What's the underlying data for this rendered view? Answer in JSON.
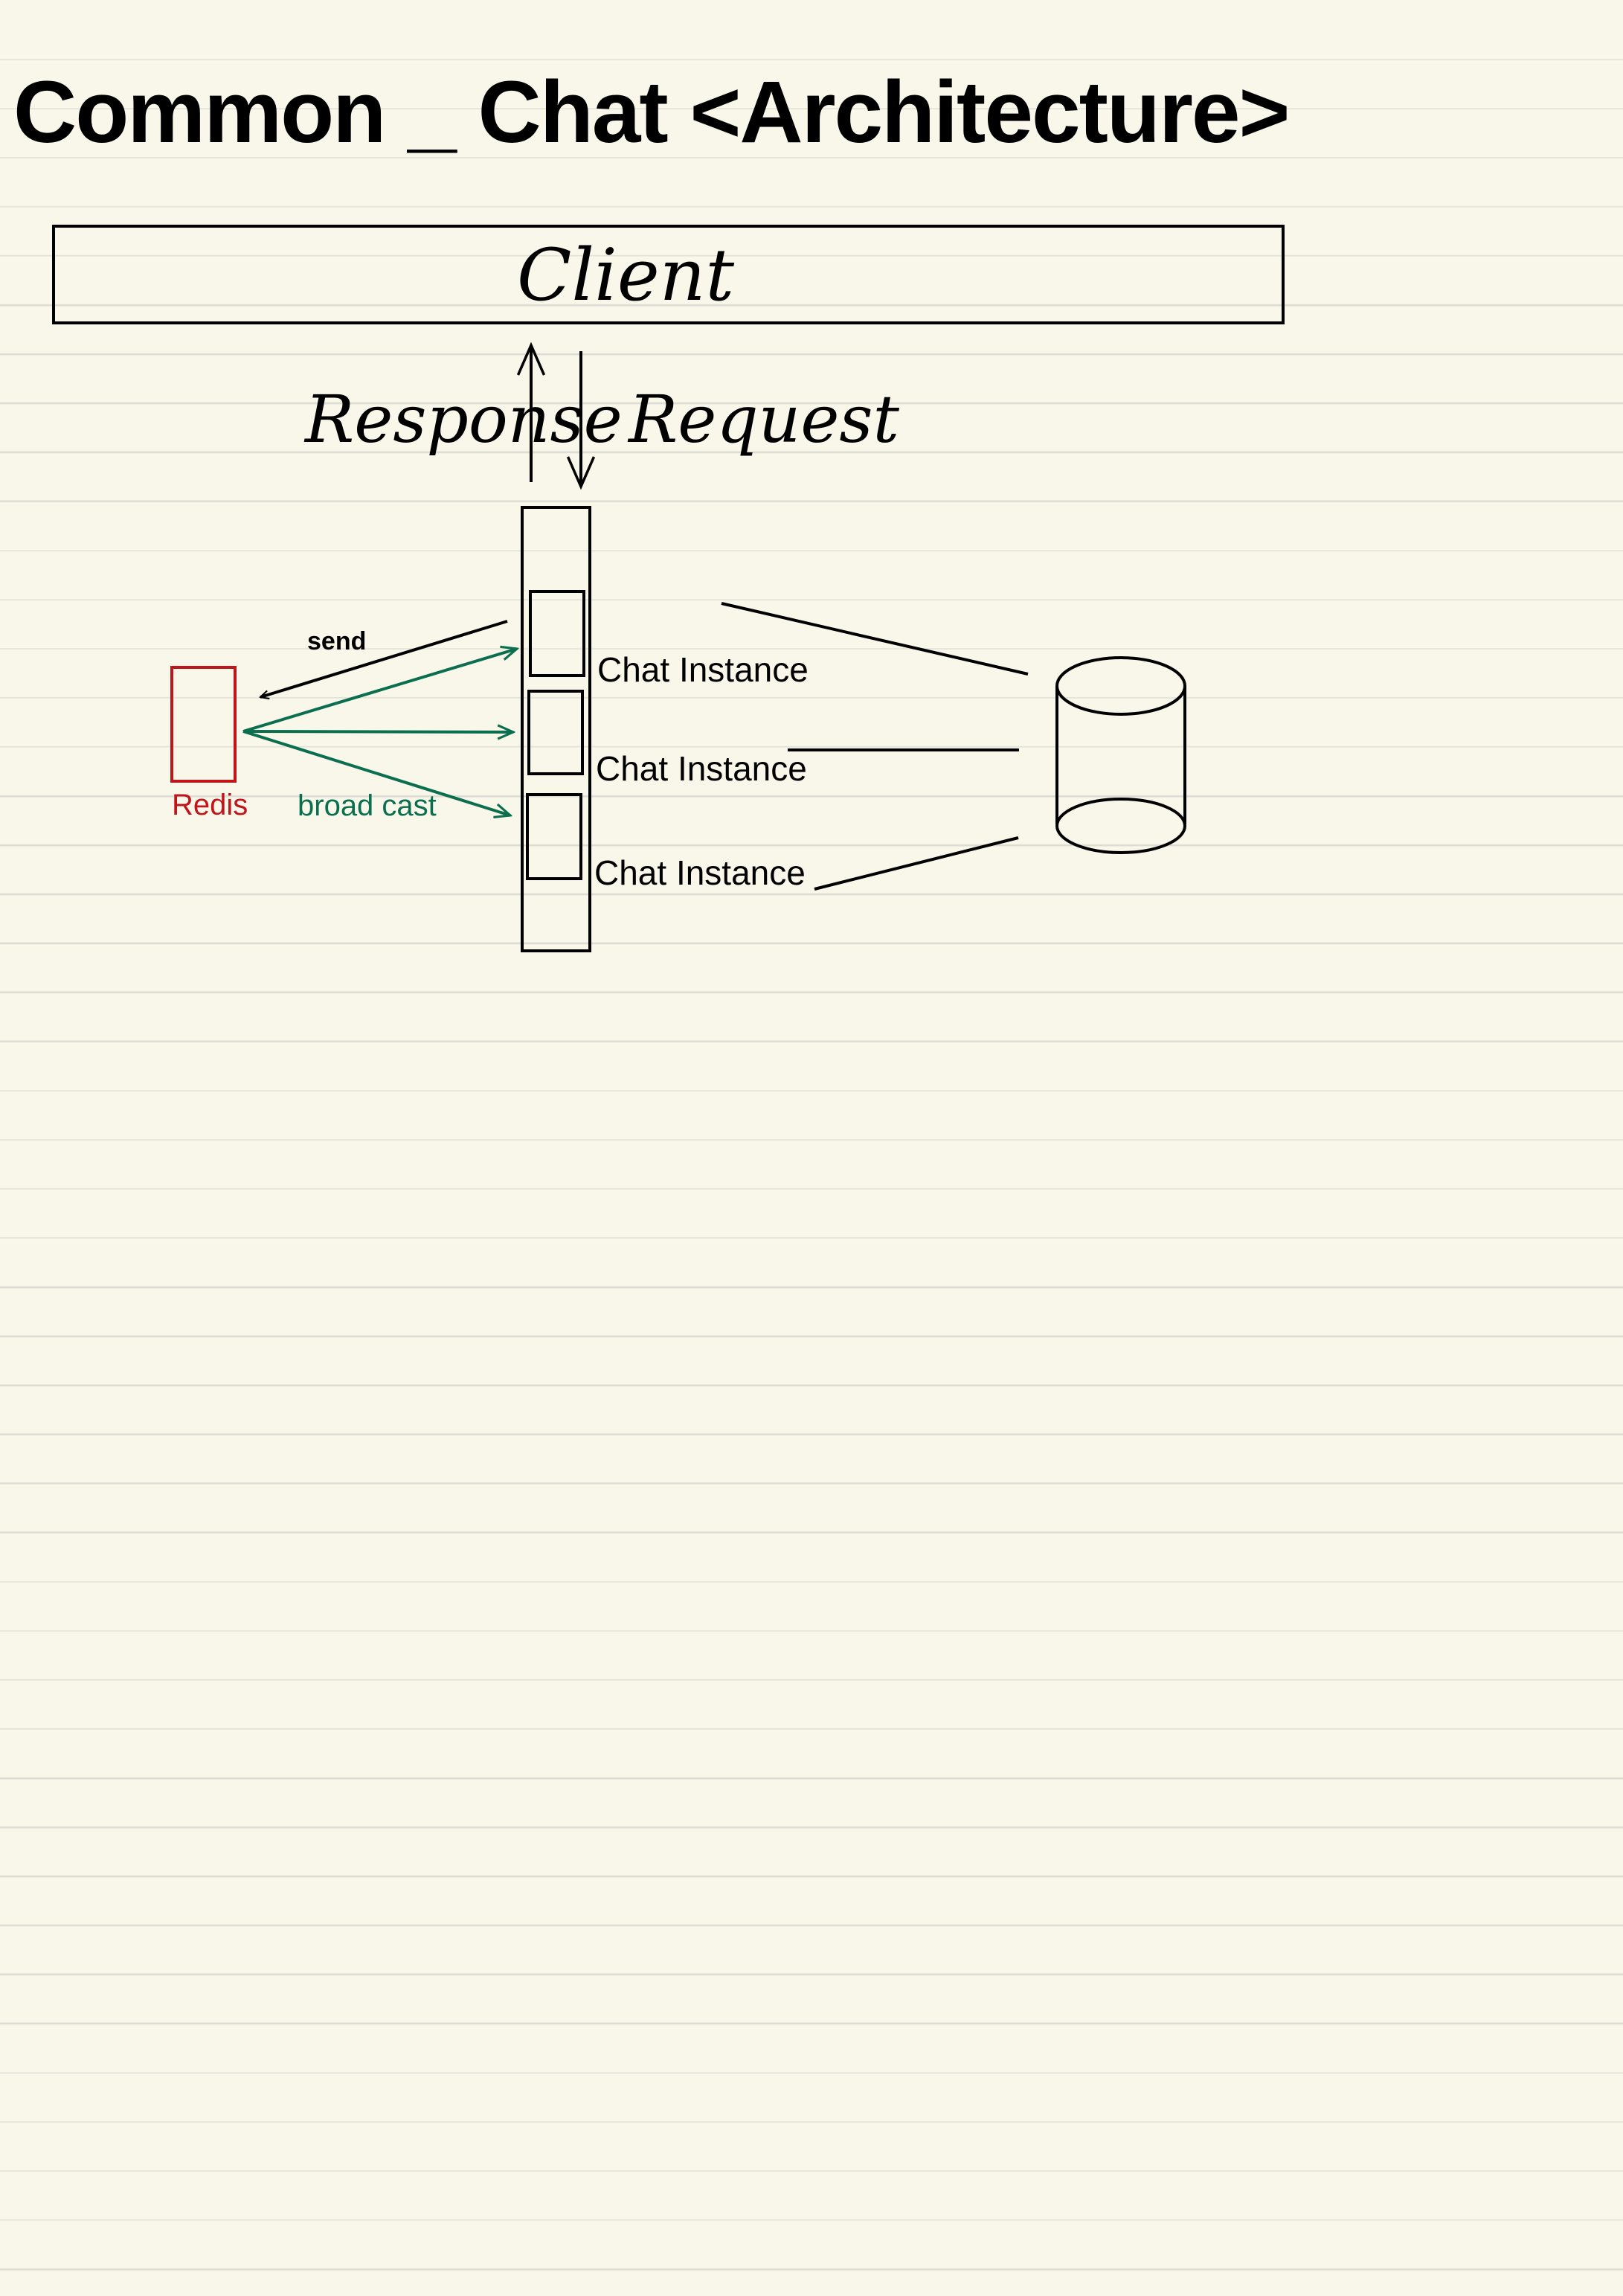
{
  "title": "Common _ Chat <Architecture>",
  "client": {
    "label": "Client"
  },
  "flows": {
    "response_label": "Response",
    "request_label": "Request"
  },
  "chat_instances": [
    {
      "label": "Chat Instance"
    },
    {
      "label": "Chat Instance"
    },
    {
      "label": "Chat Instance"
    }
  ],
  "redis": {
    "label": "Redis",
    "color": "#c0161b"
  },
  "edges": {
    "send_label": "send",
    "broadcast_label": "broad cast",
    "broadcast_color": "#0a6e4f"
  },
  "database": {
    "icon": "database-cylinder-icon"
  }
}
